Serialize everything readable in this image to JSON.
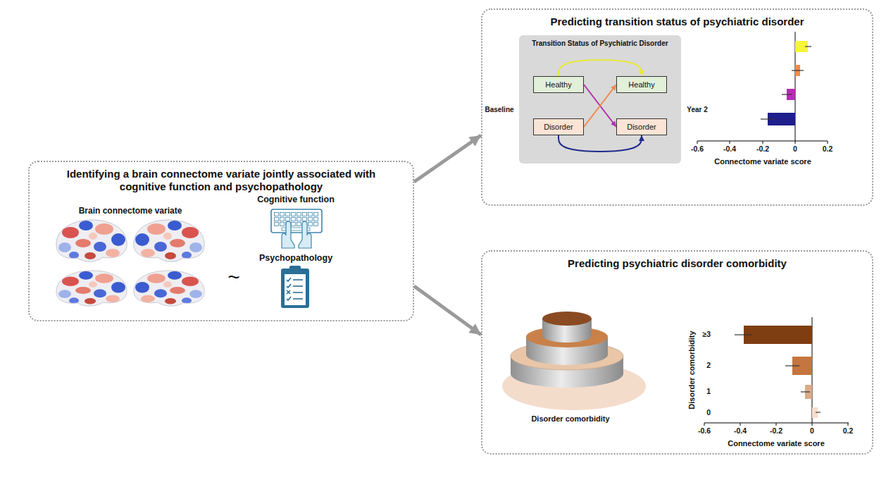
{
  "diagram": {
    "nodes": [
      {
        "text": [
          "Identifying a brain connectome variate jointly associated with cognitive function and psychopathology"
        ]
      },
      {
        "text": [
          "Predicting transition status of psychiatric disorder"
        ]
      },
      {
        "text": [
          "Transition Status of Psychiatric Disorder"
        ],
        "in": 1
      },
      {
        "text": [
          "Healthy"
        ],
        "in": 2
      },
      {
        "text": [
          "Disorder"
        ],
        "in": 2
      },
      {
        "text": [
          "Healthy"
        ],
        "in": 2
      },
      {
        "text": [
          "Disorder"
        ],
        "in": 2
      },
      {
        "text": [
          "Predicting psychiatric disorder comorbidity"
        ]
      }
    ],
    "edges": [
      {
        "from": 0,
        "to": 1,
        "arrow": "to"
      },
      {
        "from": 0,
        "to": 7,
        "arrow": "to"
      },
      {
        "from": 3,
        "to": 5,
        "arrow": "to"
      },
      {
        "from": 3,
        "to": 6,
        "arrow": "to"
      },
      {
        "from": 4,
        "to": 5,
        "arrow": "to"
      },
      {
        "from": 4,
        "to": 6,
        "arrow": "to"
      }
    ],
    "labels": [
      "Brain connectome variate",
      "~",
      "Cognitive function",
      "Psychopathology",
      "Baseline",
      "Year 2",
      "-0.6",
      "-0.4",
      "-0.2",
      "0",
      "0.2",
      "Connectome variate score",
      "Disorder comorbidity",
      "≥3",
      "2",
      "1",
      "0",
      "Disorder comorbidity",
      "-0.6",
      "-0.4",
      "-0.2",
      "0",
      "0.2",
      "Connectome variate score"
    ]
  }
}
